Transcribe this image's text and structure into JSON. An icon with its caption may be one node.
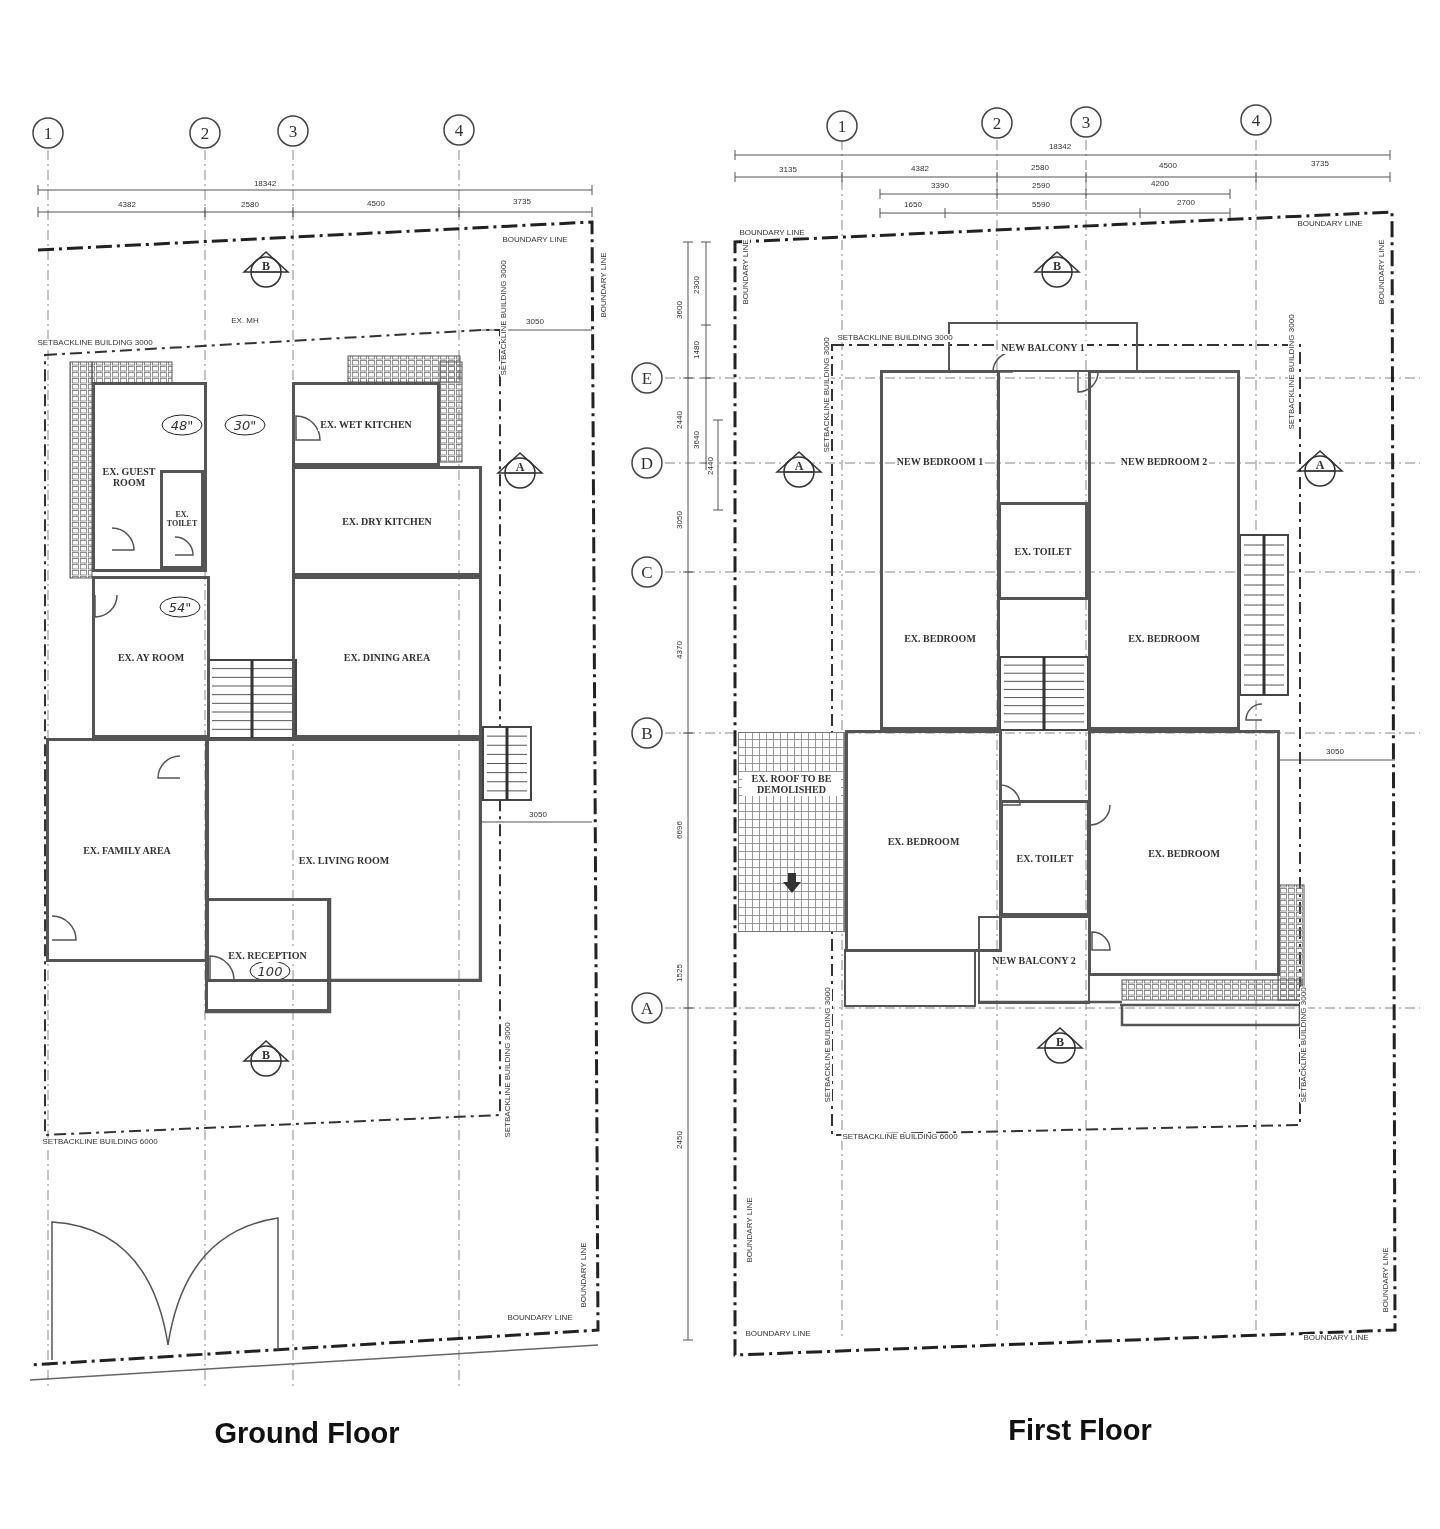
{
  "diagram": {
    "nodes": [
      {
        "text": [
          "EX. GUEST ROOM"
        ]
      },
      {
        "text": [
          "EX. TOILET"
        ],
        "in": 0
      },
      {
        "text": [
          "EX. WET KITCHEN"
        ]
      },
      {
        "text": [
          "EX. DRY KITCHEN"
        ]
      },
      {
        "text": [
          "EX. DINING AREA"
        ]
      },
      {
        "text": [
          "EX. AY ROOM"
        ]
      },
      {
        "text": [
          "EX. FAMILY AREA"
        ]
      },
      {
        "text": [
          "EX. LIVING ROOM"
        ]
      },
      {
        "text": [
          "EX. RECEPTION"
        ]
      },
      {
        "text": [
          "NEW BALCONY 1"
        ]
      },
      {
        "text": [
          "NEW BEDROOM 1",
          "EX. BEDROOM"
        ]
      },
      {
        "text": [
          "NEW BEDROOM 2",
          "EX. BEDROOM"
        ]
      },
      {
        "text": [
          "EX. TOILET"
        ]
      },
      {
        "text": [
          "EX. BEDROOM"
        ]
      },
      {
        "text": [
          "EX. TOILET"
        ]
      },
      {
        "text": [
          "EX. BEDROOM"
        ]
      },
      {
        "text": [
          "NEW BALCONY 2"
        ]
      },
      {
        "text": [
          "EX. ROOF TO BE DEMOLISHED"
        ]
      }
    ],
    "labels": [
      "1",
      "2",
      "3",
      "4",
      "18342",
      "4382",
      "2580",
      "4500",
      "3735",
      "BOUNDARY LINE",
      "BOUNDARY LINE",
      "B",
      "EX. MH",
      "SETBACKLINE BUILDING 3000",
      "3050",
      "SETBACKLINE BUILDING 3000",
      "A",
      "48\"",
      "30\"",
      "54\"",
      "3050",
      "100",
      "B",
      "SETBACKLINE BUILDING 3000",
      "SETBACKLINE BUILDING 6000",
      "BOUNDARY LINE",
      "BOUNDARY LINE",
      "Ground Floor",
      "1",
      "2",
      "3",
      "4",
      "18342",
      "3135",
      "4382",
      "2580",
      "4500",
      "3735",
      "3390",
      "2590",
      "4200",
      "1650",
      "5590",
      "2700",
      "BOUNDARY LINE",
      "BOUNDARY LINE",
      "BOUNDARY LINE",
      "BOUNDARY LINE",
      "B",
      "SETBACKLINE BUILDING 3000",
      "SETBACKLINE BUILDING 3000",
      "SETBACKLINE BUILDING 3000",
      "E",
      "D",
      "C",
      "B",
      "A",
      "3600",
      "2300",
      "1480",
      "2440",
      "3640",
      "2440",
      "3050",
      "4370",
      "6696",
      "1525",
      "A",
      "A",
      "3050",
      "B",
      "SETBACKLINE BUILDING 3000",
      "SETBACKLINE BUILDING 3000",
      "SETBACKLINE BUILDING 6000",
      "2450",
      "BOUNDARY LINE",
      "BOUNDARY LINE",
      "BOUNDARY LINE",
      "BOUNDARY LINE",
      "First Floor"
    ]
  }
}
